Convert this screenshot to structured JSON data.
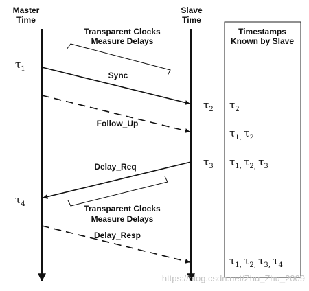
{
  "headers": {
    "master": [
      "Master",
      "Time"
    ],
    "slave": [
      "Slave",
      "Time"
    ],
    "box": [
      "Timestamps",
      "Known by Slave"
    ]
  },
  "messages": {
    "sync": "Sync",
    "follow_up": "Follow_Up",
    "delay_req": "Delay_Req",
    "delay_resp": "Delay_Resp"
  },
  "annotations": {
    "tc_top": [
      "Transparent Clocks",
      "Measure Delays"
    ],
    "tc_bottom": [
      "Transparent Clocks",
      "Measure Delays"
    ]
  },
  "tau_symbol": "τ",
  "time_labels": {
    "t1": "1",
    "t2": "2",
    "t3": "3",
    "t4": "4"
  },
  "known_rows": [
    [
      "2"
    ],
    [
      "1",
      "2"
    ],
    [
      "1",
      "2",
      "3"
    ],
    [
      "1",
      "2",
      "3",
      "4"
    ]
  ],
  "watermark": "https://blog.csdn.net/Zhu_Zhu_2009"
}
